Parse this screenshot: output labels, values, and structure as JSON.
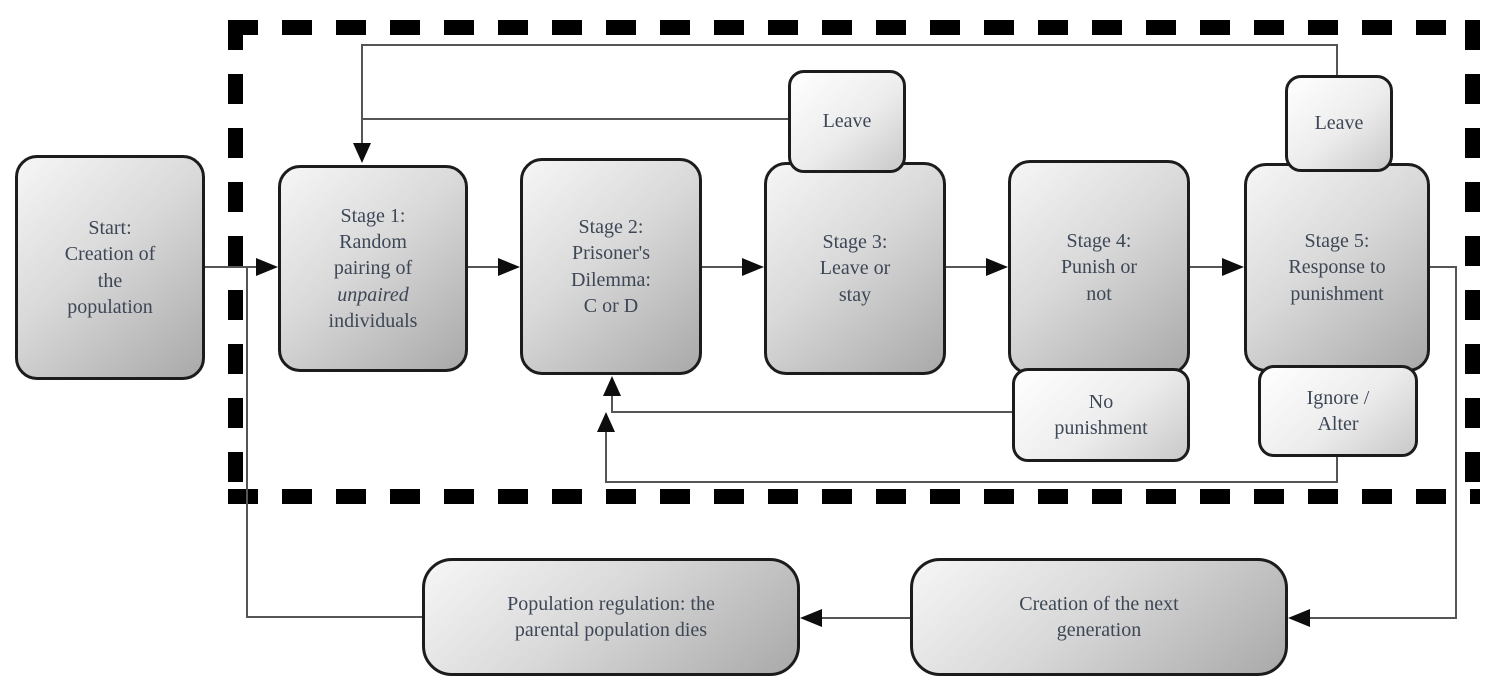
{
  "diagram": {
    "title": "Evolutionary simulation loop flowchart",
    "colors": {
      "text": "#3d4756",
      "box_border": "#1c1c1c",
      "box_fill_light": "#f6f6f6",
      "box_fill_dark": "#a9a9a9",
      "connector": "#555555",
      "arrowhead": "#0d0d0d",
      "dashed_border": "#000000"
    },
    "nodes": {
      "start": {
        "lines": [
          "Start:",
          "Creation of",
          "the",
          "population"
        ]
      },
      "stage1": {
        "lines": [
          "Stage 1:",
          "Random",
          "pairing of",
          "unpaired",
          "individuals"
        ]
      },
      "stage2": {
        "lines": [
          "Stage 2:",
          "Prisoner's",
          "Dilemma:",
          "C or D"
        ]
      },
      "stage3": {
        "lines": [
          "Stage 3:",
          "Leave or",
          "stay"
        ]
      },
      "stage4": {
        "lines": [
          "Stage 4:",
          "Punish or",
          "not"
        ]
      },
      "stage5": {
        "lines": [
          "Stage 5:",
          "Response to",
          "punishment"
        ]
      },
      "leave_stage3": {
        "lines": [
          "Leave"
        ]
      },
      "leave_stage5": {
        "lines": [
          "Leave"
        ]
      },
      "no_punishment": {
        "lines": [
          "No",
          "punishment"
        ]
      },
      "ignore_alter": {
        "lines": [
          "Ignore /",
          "Alter"
        ]
      },
      "population_regulation": {
        "lines": [
          "Population regulation: the",
          "parental population dies"
        ]
      },
      "next_generation": {
        "lines": [
          "Creation of the next",
          "generation"
        ]
      }
    },
    "edges": [
      "start -> stage1",
      "stage1 -> stage2",
      "stage2 -> stage3",
      "stage3 -> stage4",
      "stage4 -> stage5",
      "leave_stage3 -> stage1",
      "leave_stage5 -> stage1",
      "no_punishment -> stage2",
      "ignore_alter -> stage2",
      "stage5 -> next_generation",
      "next_generation -> population_regulation",
      "population_regulation -> stage1"
    ]
  }
}
